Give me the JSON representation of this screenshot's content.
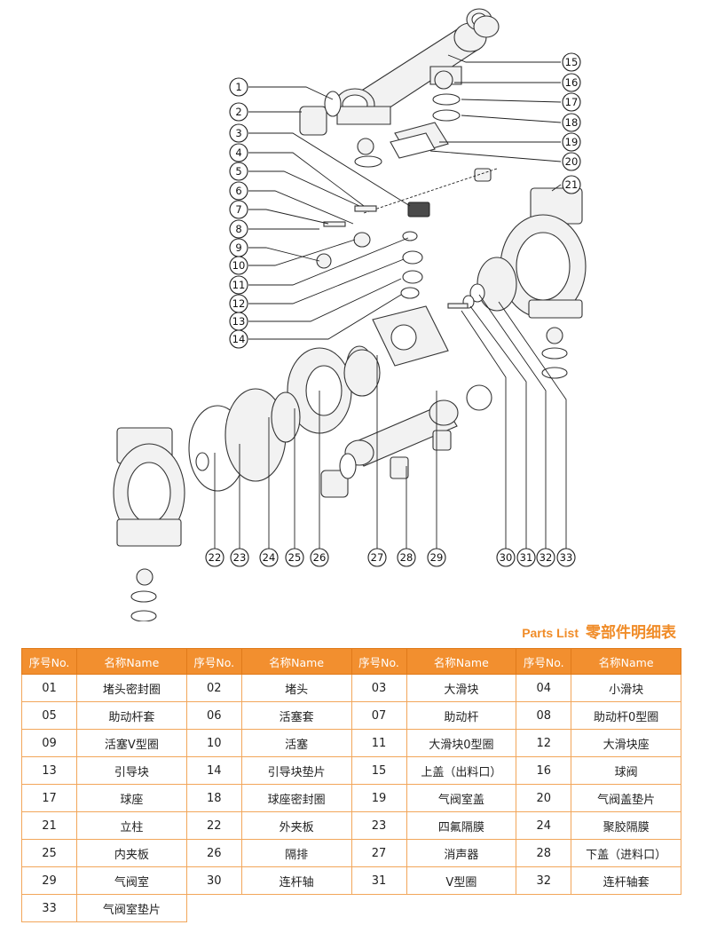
{
  "callouts": [
    "1",
    "2",
    "3",
    "4",
    "5",
    "6",
    "7",
    "8",
    "9",
    "10",
    "11",
    "12",
    "13",
    "14",
    "15",
    "16",
    "17",
    "18",
    "19",
    "20",
    "21",
    "22",
    "23",
    "24",
    "25",
    "26",
    "27",
    "28",
    "29",
    "30",
    "31",
    "32",
    "33"
  ],
  "list_title_en": "Parts List",
  "list_title_cn": "零部件明细表",
  "table": {
    "headers": [
      "序号No.",
      "名称Name",
      "序号No.",
      "名称Name",
      "序号No.",
      "名称Name",
      "序号No.",
      "名称Name"
    ],
    "rows": [
      [
        {
          "no": "01",
          "name": "堵头密封圈"
        },
        {
          "no": "02",
          "name": "堵头"
        },
        {
          "no": "03",
          "name": "大滑块"
        },
        {
          "no": "04",
          "name": "小滑块"
        }
      ],
      [
        {
          "no": "05",
          "name": "助动杆套"
        },
        {
          "no": "06",
          "name": "活塞套"
        },
        {
          "no": "07",
          "name": "助动杆"
        },
        {
          "no": "08",
          "name": "助动杆0型圈"
        }
      ],
      [
        {
          "no": "09",
          "name": "活塞V型圈"
        },
        {
          "no": "10",
          "name": "活塞"
        },
        {
          "no": "11",
          "name": "大滑块0型圈"
        },
        {
          "no": "12",
          "name": "大滑块座"
        }
      ],
      [
        {
          "no": "13",
          "name": "引导块"
        },
        {
          "no": "14",
          "name": "引导块垫片"
        },
        {
          "no": "15",
          "name": "上盖（出料口）"
        },
        {
          "no": "16",
          "name": "球阀"
        }
      ],
      [
        {
          "no": "17",
          "name": "球座"
        },
        {
          "no": "18",
          "name": "球座密封圈"
        },
        {
          "no": "19",
          "name": "气阀室盖"
        },
        {
          "no": "20",
          "name": "气阀盖垫片"
        }
      ],
      [
        {
          "no": "21",
          "name": "立柱"
        },
        {
          "no": "22",
          "name": "外夹板"
        },
        {
          "no": "23",
          "name": "四氟隔膜"
        },
        {
          "no": "24",
          "name": "聚胶隔膜"
        }
      ],
      [
        {
          "no": "25",
          "name": "内夹板"
        },
        {
          "no": "26",
          "name": "隔排"
        },
        {
          "no": "27",
          "name": "消声器"
        },
        {
          "no": "28",
          "name": "下盖（进料口）"
        }
      ],
      [
        {
          "no": "29",
          "name": "气阀室"
        },
        {
          "no": "30",
          "name": "连杆轴"
        },
        {
          "no": "31",
          "name": "V型圈"
        },
        {
          "no": "32",
          "name": "连杆轴套"
        }
      ],
      [
        {
          "no": "33",
          "name": "气阀室垫片"
        }
      ]
    ]
  }
}
